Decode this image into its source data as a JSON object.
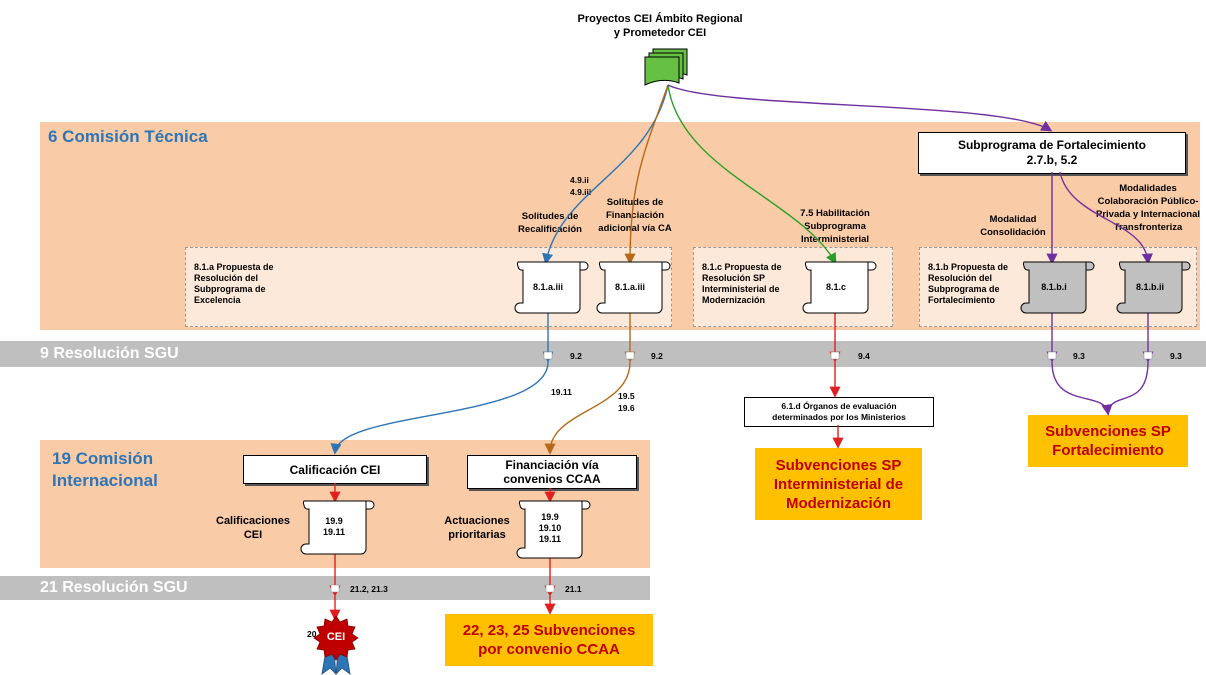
{
  "top": {
    "title_line1": "Proyectos CEI Ámbito Regional",
    "title_line2": "y Prometedor CEI"
  },
  "sections": {
    "s6": "6 Comisión Técnica",
    "s9": "9 Resolución SGU",
    "s19_line1": "19 Comisión",
    "s19_line2": "Internacional",
    "s21": "21 Resolución SGU"
  },
  "fortalecimiento": {
    "line1": "Subprograma de Fortalecimiento",
    "line2": "2.7.b, 5.2"
  },
  "labels": {
    "recal_1": "Solitudes de",
    "recal_2": "Recalificación",
    "finan_1": "Solitudes de",
    "finan_2": "Financiación",
    "finan_3": "adicional vía CA",
    "hab_1": "7.5 Habilitación",
    "hab_2": "Subprograma",
    "hab_3": "Interministerial",
    "consol_1": "Modalidad",
    "consol_2": "Consolidación",
    "colab_1": "Modalidades",
    "colab_2": "Colaboración Público-",
    "colab_3": "Privada y Internacional",
    "colab_4": "Transfronteriza",
    "califs_1": "Calificaciones",
    "califs_2": "CEI",
    "actu_1": "Actuaciones",
    "actu_2": "prioritarias"
  },
  "groups": {
    "a_1": "8.1.a Propuesta de",
    "a_2": "Resolución del",
    "a_3": "Subprograma de",
    "a_4": "Excelencia",
    "c_1": "8.1.c Propuesta de",
    "c_2": "Resolución SP",
    "c_3": "Interministerial de",
    "c_4": "Modernización",
    "b_1": "8.1.b Propuesta de",
    "b_2": "Resolución del",
    "b_3": "Subprograma de",
    "b_4": "Fortalecimiento"
  },
  "scrolls": {
    "s1": "8.1.a.iii",
    "s2": "8.1.a.iii",
    "s3": "8.1.c",
    "s4": "8.1.b.i",
    "s5": "8.1.b.ii",
    "s6_1": "19.9",
    "s6_2": "19.11",
    "s7_1": "19.9",
    "s7_2": "19.10",
    "s7_3": "19.11"
  },
  "refs": {
    "r49ii": "4.9.ii",
    "r49iii": "4.9.iii",
    "r92a": "9.2",
    "r92b": "9.2",
    "r94": "9.4",
    "r93a": "9.3",
    "r93b": "9.3",
    "r1911": "19.11",
    "r195": "19.5",
    "r196": "19.6",
    "r212": "21.2, 21.3",
    "r211": "21.1",
    "r20": "20"
  },
  "boxes": {
    "calif": "Calificación CEI",
    "finconv_1": "Financiación vía",
    "finconv_2": "convenios CCAA",
    "organos_1": "6.1.d Órganos de evaluación",
    "organos_2": "determinados por los Ministerios"
  },
  "outputs": {
    "sp_inter_1": "Subvenciones SP",
    "sp_inter_2": "Interministerial de",
    "sp_inter_3": "Modernización",
    "sp_fort_1": "Subvenciones SP",
    "sp_fort_2": "Fortalecimiento",
    "conv_1": "22, 23, 25 Subvenciones",
    "conv_2": "por convenio CCAA"
  },
  "seal": {
    "text": "CEI"
  },
  "colors": {
    "blue": "#2e75b6",
    "brown": "#b46a1a",
    "green": "#2aa02a",
    "purple": "#7030a0",
    "red": "#e02020",
    "band": "#f9cba6",
    "gray": "#bfbfbf",
    "yellow": "#ffc000",
    "darkred": "#c00000"
  }
}
